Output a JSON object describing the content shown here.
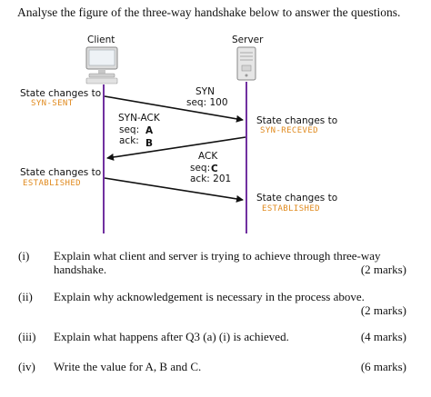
{
  "heading": "Analyse the figure of the three-way handshake below to answer the questions.",
  "diagram": {
    "client_label": "Client",
    "server_label": "Server",
    "client_state_1": {
      "text": "State changes to",
      "code": "SYN-SENT"
    },
    "server_state_1": {
      "text": "State changes to",
      "code": "SYN-RECEVED"
    },
    "client_state_2": {
      "text": "State changes to",
      "code": "ESTABLISHED"
    },
    "server_state_2": {
      "text": "State changes to",
      "code": "ESTABLISHED"
    },
    "msg1": {
      "name": "SYN",
      "seq": "seq: 100"
    },
    "msg2": {
      "name": "SYN-ACK",
      "seq_label": "seq:",
      "seq_value": "A",
      "ack_label": "ack:",
      "ack_value": "B"
    },
    "msg3": {
      "name": "ACK",
      "seq_label": "seq:",
      "seq_value": "C",
      "ack": "ack: 201"
    },
    "colors": {
      "timeline": "#7030a0",
      "arrow": "#111111",
      "state_code": "#e08a1e"
    }
  },
  "questions": [
    {
      "num": "(i)",
      "line1": "Explain what client and server is trying to achieve through three-way",
      "line2": "handshake.",
      "marks": "(2 marks)"
    },
    {
      "num": "(ii)",
      "line1": "Explain why acknowledgement is necessary in the process above.",
      "marks": "(2  marks)"
    },
    {
      "num": "(iii)",
      "line1": "Explain what happens after Q3 (a) (i) is achieved.",
      "marks": "(4  marks)"
    },
    {
      "num": "(iv)",
      "line1": "Write the value for A, B and C.",
      "marks": "(6  marks)"
    }
  ]
}
